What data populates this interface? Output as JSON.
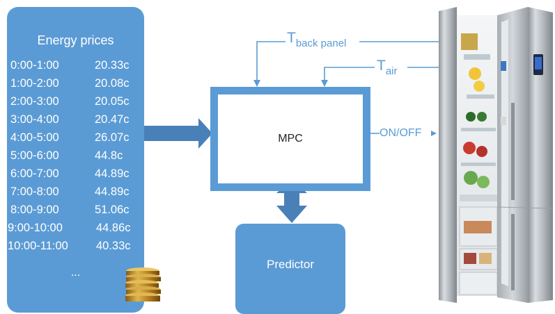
{
  "prices_panel": {
    "title": "Energy prices",
    "rows": [
      {
        "time": "0:00-1:00",
        "price": "20.33c"
      },
      {
        "time": "1:00-2:00",
        "price": "20.08c"
      },
      {
        "time": "2:00-3:00",
        "price": "20.05c"
      },
      {
        "time": "3:00-4:00",
        "price": "20.47c"
      },
      {
        "time": "4:00-5:00",
        "price": "26.07c"
      },
      {
        "time": "5:00-6:00",
        "price": "44.8c"
      },
      {
        "time": "6:00-7:00",
        "price": "44.89c"
      },
      {
        "time": "7:00-8:00",
        "price": "44.89c"
      },
      {
        "time": "8:00-9:00",
        "price": "51.06c"
      },
      {
        "time": "9:00-10:00",
        "price": "44.86c"
      },
      {
        "time": "10:00-11:00",
        "price": "40.33c"
      }
    ],
    "ellipsis": "..."
  },
  "mpc": {
    "label": "MPC"
  },
  "predictor": {
    "label": "Predictor"
  },
  "signals": {
    "back_panel_main": "T",
    "back_panel_sub": "back panel",
    "air_main": "T",
    "air_sub": "air",
    "output": "ON/OFF"
  },
  "colors": {
    "accent": "#5b9bd5",
    "arrow": "#4a80b8",
    "text_dark": "#222222"
  },
  "icons": {
    "fridge": "refrigerator-icon",
    "coins": "coin-stack-icon"
  }
}
